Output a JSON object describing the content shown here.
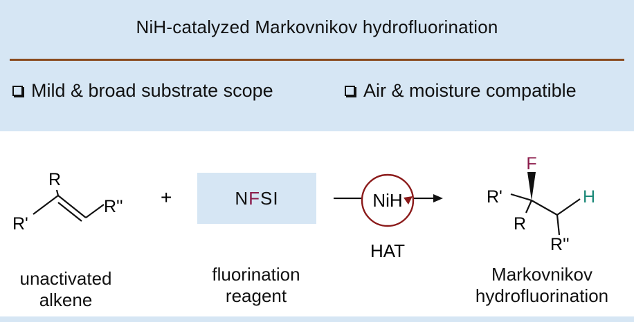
{
  "header": {
    "title": "NiH-catalyzed Markovnikov hydrofluorination",
    "features": [
      "Mild & broad substrate scope",
      "Air & moisture compatible"
    ]
  },
  "substrate": {
    "atoms": {
      "r": "R",
      "r_prime": "R'",
      "r_double_prime": "R''"
    },
    "label_line1": "unactivated",
    "label_line2": "alkene"
  },
  "plus": "+",
  "reagent": {
    "name_part1": "N",
    "name_part2": "F",
    "name_part3": "SI",
    "label_line1": "fluorination",
    "label_line2": "reagent"
  },
  "catalyst": {
    "name": "NiH",
    "mechanism": "HAT"
  },
  "product": {
    "atoms": {
      "f": "F",
      "h": "H",
      "r": "R",
      "r_prime": "R'",
      "r_double_prime": "R''"
    },
    "label_line1": "Markovnikov",
    "label_line2": "hydrofluorination"
  },
  "colors": {
    "header_bg": "#d6e6f4",
    "divider": "#8a4a1e",
    "fluorine": "#8b1a4a",
    "hydrogen": "#1e8a7a",
    "catalyst_circle": "#8b1a1a"
  }
}
